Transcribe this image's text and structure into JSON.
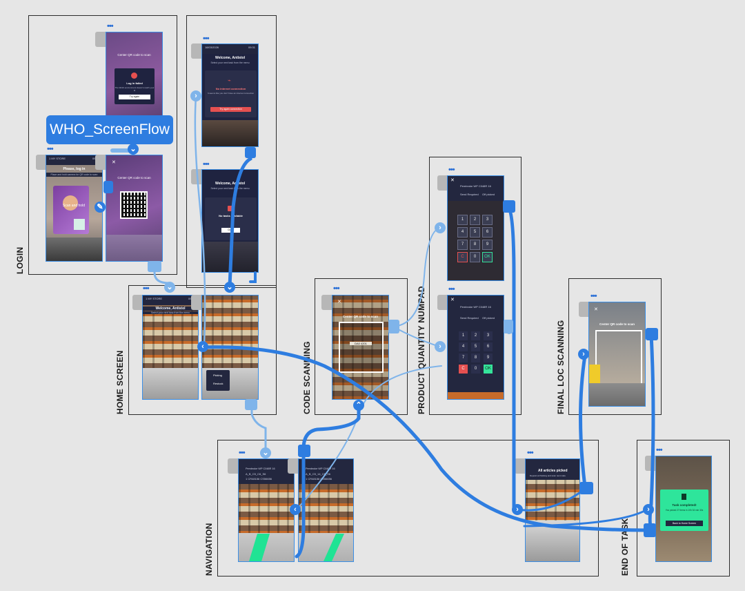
{
  "board": {
    "badge_label": "WHO_ScreenFlow"
  },
  "sections": {
    "login": "LOGIN",
    "home": "HOME SCREEN",
    "code": "CODE SCANNING",
    "numpad": "PRODUCT QUANTITY NUMPAD",
    "final": "FINAL LOC SCANNING",
    "nav": "NAVIGATION",
    "end": "END OF TASK"
  },
  "screens": {
    "login_failed": {
      "hint": "Center QR code to scan",
      "title": "Log in failed",
      "body": "The WHO environment doesn't match your id",
      "button": "Try again"
    },
    "login_please": {
      "title": "Please, log in",
      "sub": "Place and hold camera for QR code to scan",
      "placeholder": "Scan and hold"
    },
    "login_qr": {
      "hint": "Center QR code to scan"
    },
    "no_conn": {
      "welcome": "Welcome, Antistol",
      "sub": "Select your next task from the menu",
      "title": "No internet connection",
      "body": "It seems like you don't have an internet connection",
      "button": "Try again connection"
    },
    "no_tasks": {
      "welcome": "Welcome, Antistol",
      "sub": "Select your next task from the menu",
      "title": "No tasks available",
      "button": "Close"
    },
    "home_a": {
      "welcome": "Welcome, Antistol",
      "sub": "Select your next task from the menu"
    },
    "home_b": {
      "menu1": "Picking",
      "menu2": "Restock"
    },
    "code_scan": {
      "hint": "Center QR code to scan",
      "barcode": "DA0 4201"
    },
    "numpad_a": {
      "loc": "Pembroke WP C048R 16",
      "col1": "Send Required",
      "col2": "Off picked",
      "keys": [
        "1",
        "2",
        "3",
        "4",
        "5",
        "6",
        "7",
        "8",
        "9",
        "C",
        "0",
        "OK"
      ]
    },
    "numpad_b": {
      "loc": "Pembroke WP C048R 16",
      "col1": "Send Required",
      "col2": "Off picked",
      "keys": [
        "1",
        "2",
        "3",
        "4",
        "5",
        "6",
        "7",
        "8",
        "9",
        "C",
        "0",
        "OK"
      ]
    },
    "final_loc": {
      "hint": "Center QR code to scan"
    },
    "nav_a": {
      "loc": "Pembroke WP C048R 16",
      "row1": "A_B_C5_C6_S6",
      "row2": "1 CR48156 CS56656"
    },
    "nav_b": {
      "loc": "Pembroke WP C048R 16",
      "row1": "A_B_C5_14_C6_S6",
      "row2": "1 CR48156 CS56656"
    },
    "nav_done": {
      "title": "All articles picked",
      "sub": "Deposit at Packing and scan next code"
    },
    "end_task": {
      "title": "Task completed!",
      "sub": "You picked 27 items in 10h 34 min 32s",
      "button": "Back to Home Screen"
    }
  },
  "colors": {
    "accent": "#2e7de0",
    "accent_light": "#7fb4ea",
    "screen_bg": "#1f2340",
    "success": "#35e39a",
    "danger": "#e55050"
  },
  "icons": [
    "ellipsis-icon",
    "chevron-right-icon",
    "chevron-left-icon",
    "chevron-down-icon",
    "chevron-up-icon",
    "edit-icon",
    "close-icon"
  ]
}
